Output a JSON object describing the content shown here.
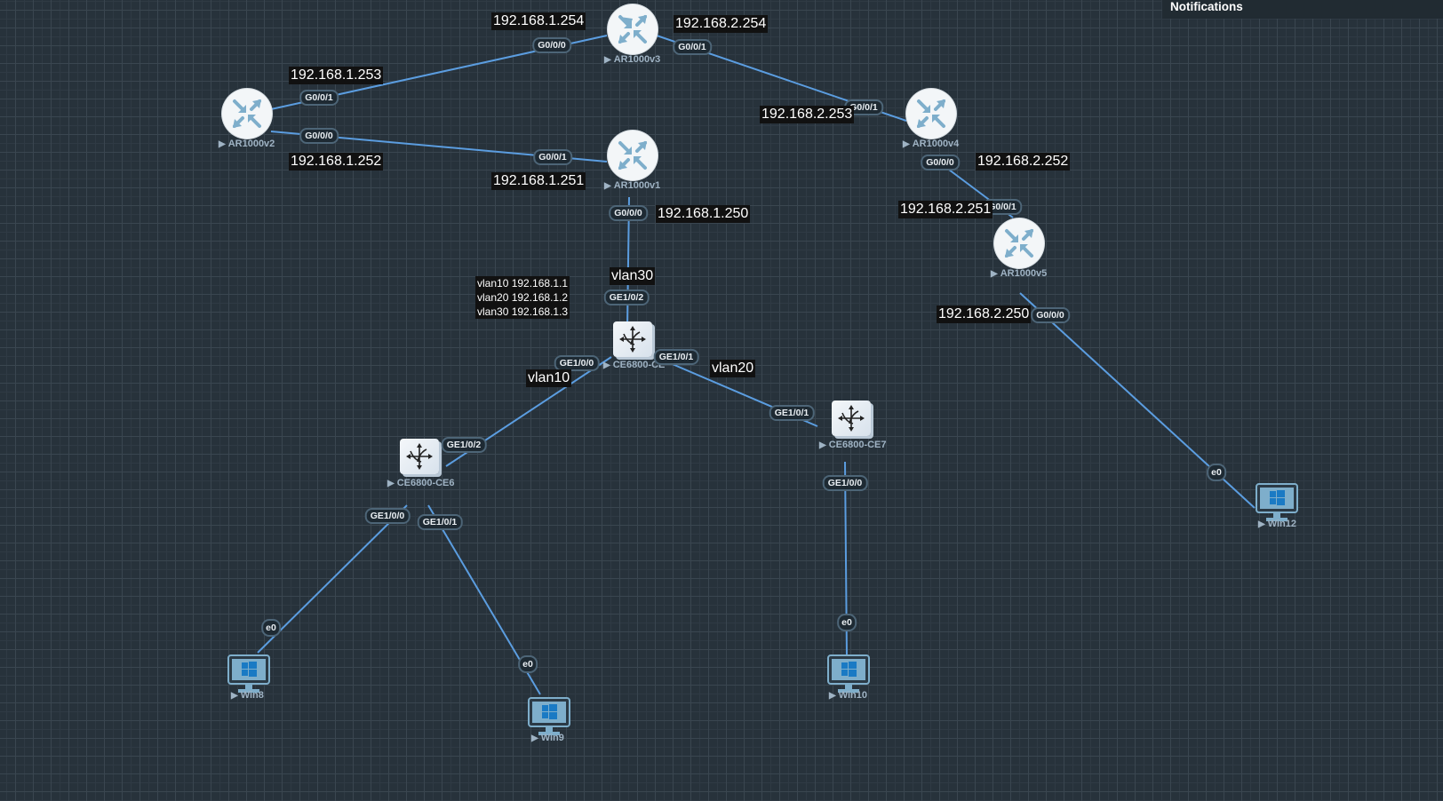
{
  "notifications": {
    "title": "Notifications"
  },
  "colors": {
    "link": "#5b9de0",
    "icon_blue": "#7eaecb",
    "background": "#27323b"
  },
  "nodes": {
    "ar1000v3": {
      "label": "AR1000v3",
      "type": "router"
    },
    "ar1000v2": {
      "label": "AR1000v2",
      "type": "router"
    },
    "ar1000v1": {
      "label": "AR1000v1",
      "type": "router"
    },
    "ar1000v4": {
      "label": "AR1000v4",
      "type": "router"
    },
    "ar1000v5": {
      "label": "AR1000v5",
      "type": "router"
    },
    "ce_main": {
      "label": "CE6800-CE",
      "type": "switch"
    },
    "ce6": {
      "label": "CE6800-CE6",
      "type": "switch"
    },
    "ce7": {
      "label": "CE6800-CE7",
      "type": "switch"
    },
    "win8": {
      "label": "Win8",
      "type": "pc"
    },
    "win9": {
      "label": "Win9",
      "type": "pc"
    },
    "win10": {
      "label": "Win10",
      "type": "pc"
    },
    "win12": {
      "label": "Win12",
      "type": "pc"
    }
  },
  "ports": {
    "v3_g000": "G0/0/0",
    "v3_g001": "G0/0/1",
    "v2_g001": "G0/0/1",
    "v2_g000": "G0/0/0",
    "v1_g001": "G0/0/1",
    "v1_g000": "G0/0/0",
    "v4_g001": "G0/0/1",
    "v4_g000": "G0/0/0",
    "v5_g001": "G0/0/1",
    "v5_g000": "G0/0/0",
    "ce_ge102": "GE1/0/2",
    "ce_ge100": "GE1/0/0",
    "ce_ge101": "GE1/0/1",
    "ce6_ge102": "GE1/0/2",
    "ce6_ge100": "GE1/0/0",
    "ce6_ge101": "GE1/0/1",
    "ce7_ge101": "GE1/0/1",
    "ce7_ge100": "GE1/0/0",
    "win8_e0": "e0",
    "win9_e0": "e0",
    "win10_e0": "e0",
    "win12_e0": "e0"
  },
  "annotations": {
    "ip_1_254": "192.168.1.254",
    "ip_2_254": "192.168.2.254",
    "ip_1_253": "192.168.1.253",
    "ip_1_252": "192.168.1.252",
    "ip_1_251": "192.168.1.251",
    "ip_1_250": "192.168.1.250",
    "ip_2_253": "192.168.2.253",
    "ip_2_252": "192.168.2.252",
    "ip_2_251": "192.168.2.251",
    "ip_2_250": "192.168.2.250",
    "vlan30": "vlan30",
    "vlan10": "vlan10",
    "vlan20": "vlan20",
    "vlan_ips": "vlan10 192.168.1.1\nvlan20 192.168.1.2\nvlan30 192.168.1.3"
  }
}
